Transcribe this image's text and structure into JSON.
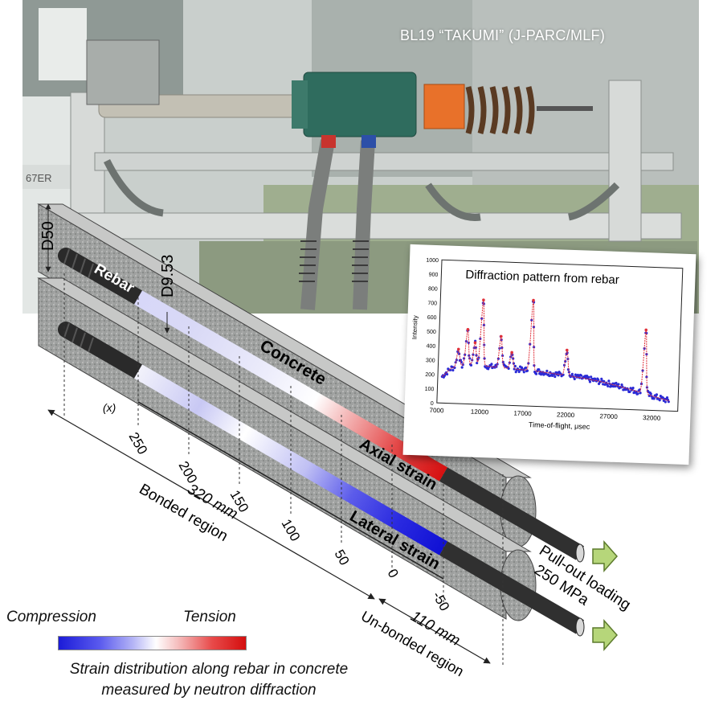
{
  "photo": {
    "title": "BL19 “TAKUMI” (J-PARC/MLF)",
    "tag": "67ER"
  },
  "schematic": {
    "dims": {
      "diameter": "D50",
      "rebar": "D9.53",
      "x_axis": "(x)"
    },
    "labels": {
      "rebar": "Rebar",
      "concrete": "Concrete",
      "axial": "Axial strain",
      "lateral": "Lateral strain",
      "pullout_1": "Pull-out loading",
      "pullout_2": "250 MPa"
    },
    "ticks": [
      "250",
      "200",
      "150",
      "100",
      "50",
      "0",
      "-50"
    ],
    "regions": {
      "length_bonded": "320 mm",
      "bonded": "Bonded region",
      "length_unbonded": "110 mm",
      "unbonded": "Un-bonded region"
    }
  },
  "legend": {
    "left": "Compression",
    "right": "Tension"
  },
  "caption": {
    "line1": "Strain distribution along rebar in concrete",
    "line2": "measured by neutron diffraction"
  },
  "chart_data": {
    "type": "scatter",
    "title": "Diffraction pattern from rebar",
    "xlabel": "Time-of-flight, μsec",
    "ylabel": "Intensity",
    "xlim": [
      7000,
      35000
    ],
    "ylim": [
      0,
      1000
    ],
    "xticks": [
      "7000",
      "12000",
      "17000",
      "22000",
      "27000",
      "32000"
    ],
    "yticks": [
      "0",
      "100",
      "200",
      "300",
      "400",
      "500",
      "600",
      "700",
      "800",
      "900",
      "1000"
    ],
    "background": {
      "x": [
        7500,
        8500,
        10000,
        12000,
        14000,
        16000,
        18000,
        20000,
        22000,
        24000,
        26000,
        28000,
        30000,
        32000,
        34000
      ],
      "y": [
        185,
        245,
        270,
        272,
        262,
        255,
        248,
        236,
        222,
        208,
        188,
        162,
        132,
        100,
        70
      ]
    },
    "peaks": [
      {
        "x": 9300,
        "y": 380
      },
      {
        "x": 10300,
        "y": 520
      },
      {
        "x": 11200,
        "y": 430
      },
      {
        "x": 12000,
        "y": 730
      },
      {
        "x": 14200,
        "y": 480
      },
      {
        "x": 15500,
        "y": 370
      },
      {
        "x": 17800,
        "y": 740
      },
      {
        "x": 21900,
        "y": 400
      },
      {
        "x": 31000,
        "y": 560
      }
    ]
  }
}
